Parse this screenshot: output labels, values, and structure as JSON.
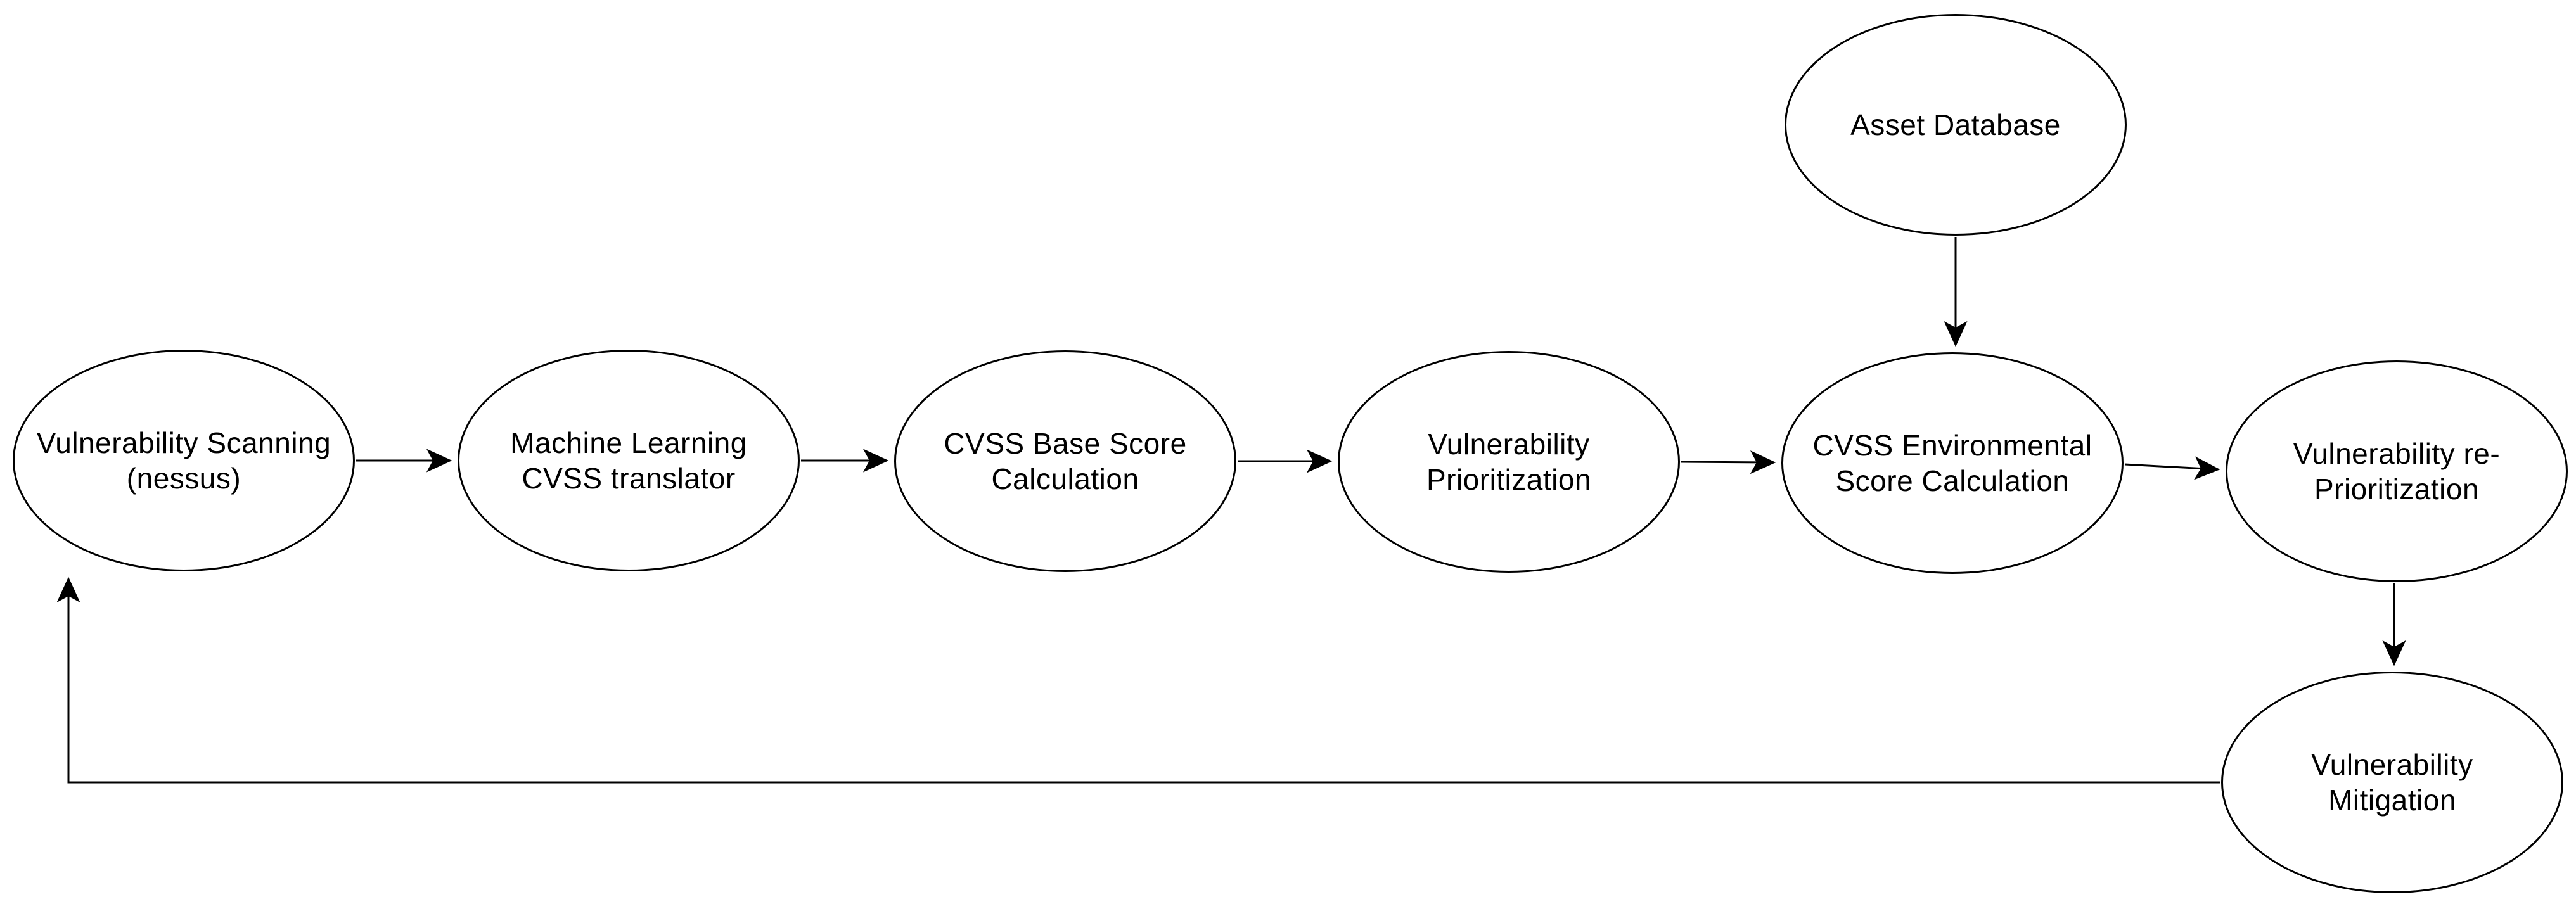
{
  "diagram": {
    "type": "flowchart",
    "background_color": "#ffffff",
    "stroke_color": "#000000",
    "text_color": "#000000",
    "node_shape": "ellipse",
    "nodes": [
      {
        "id": "vulnerability-scanning",
        "label": "Vulnerability Scanning (nessus)"
      },
      {
        "id": "ml-cvss-translator",
        "label": "Machine Learning CVSS translator"
      },
      {
        "id": "cvss-base-score-calculation",
        "label": "CVSS Base Score Calculation"
      },
      {
        "id": "vulnerability-prioritization",
        "label": "Vulnerability Prioritization"
      },
      {
        "id": "cvss-environmental-score-calculation",
        "label": "CVSS Environmental Score Calculation"
      },
      {
        "id": "vulnerability-re-prioritization",
        "label": "Vulnerability re-Prioritization"
      },
      {
        "id": "asset-database",
        "label": "Asset Database"
      },
      {
        "id": "vulnerability-mitigation",
        "label": "Vulnerability Mitigation"
      }
    ],
    "edges": [
      {
        "from": "vulnerability-scanning",
        "to": "ml-cvss-translator"
      },
      {
        "from": "ml-cvss-translator",
        "to": "cvss-base-score-calculation"
      },
      {
        "from": "cvss-base-score-calculation",
        "to": "vulnerability-prioritization"
      },
      {
        "from": "vulnerability-prioritization",
        "to": "cvss-environmental-score-calculation"
      },
      {
        "from": "asset-database",
        "to": "cvss-environmental-score-calculation"
      },
      {
        "from": "cvss-environmental-score-calculation",
        "to": "vulnerability-re-prioritization"
      },
      {
        "from": "vulnerability-re-prioritization",
        "to": "vulnerability-mitigation"
      },
      {
        "from": "vulnerability-mitigation",
        "to": "vulnerability-scanning"
      }
    ]
  }
}
